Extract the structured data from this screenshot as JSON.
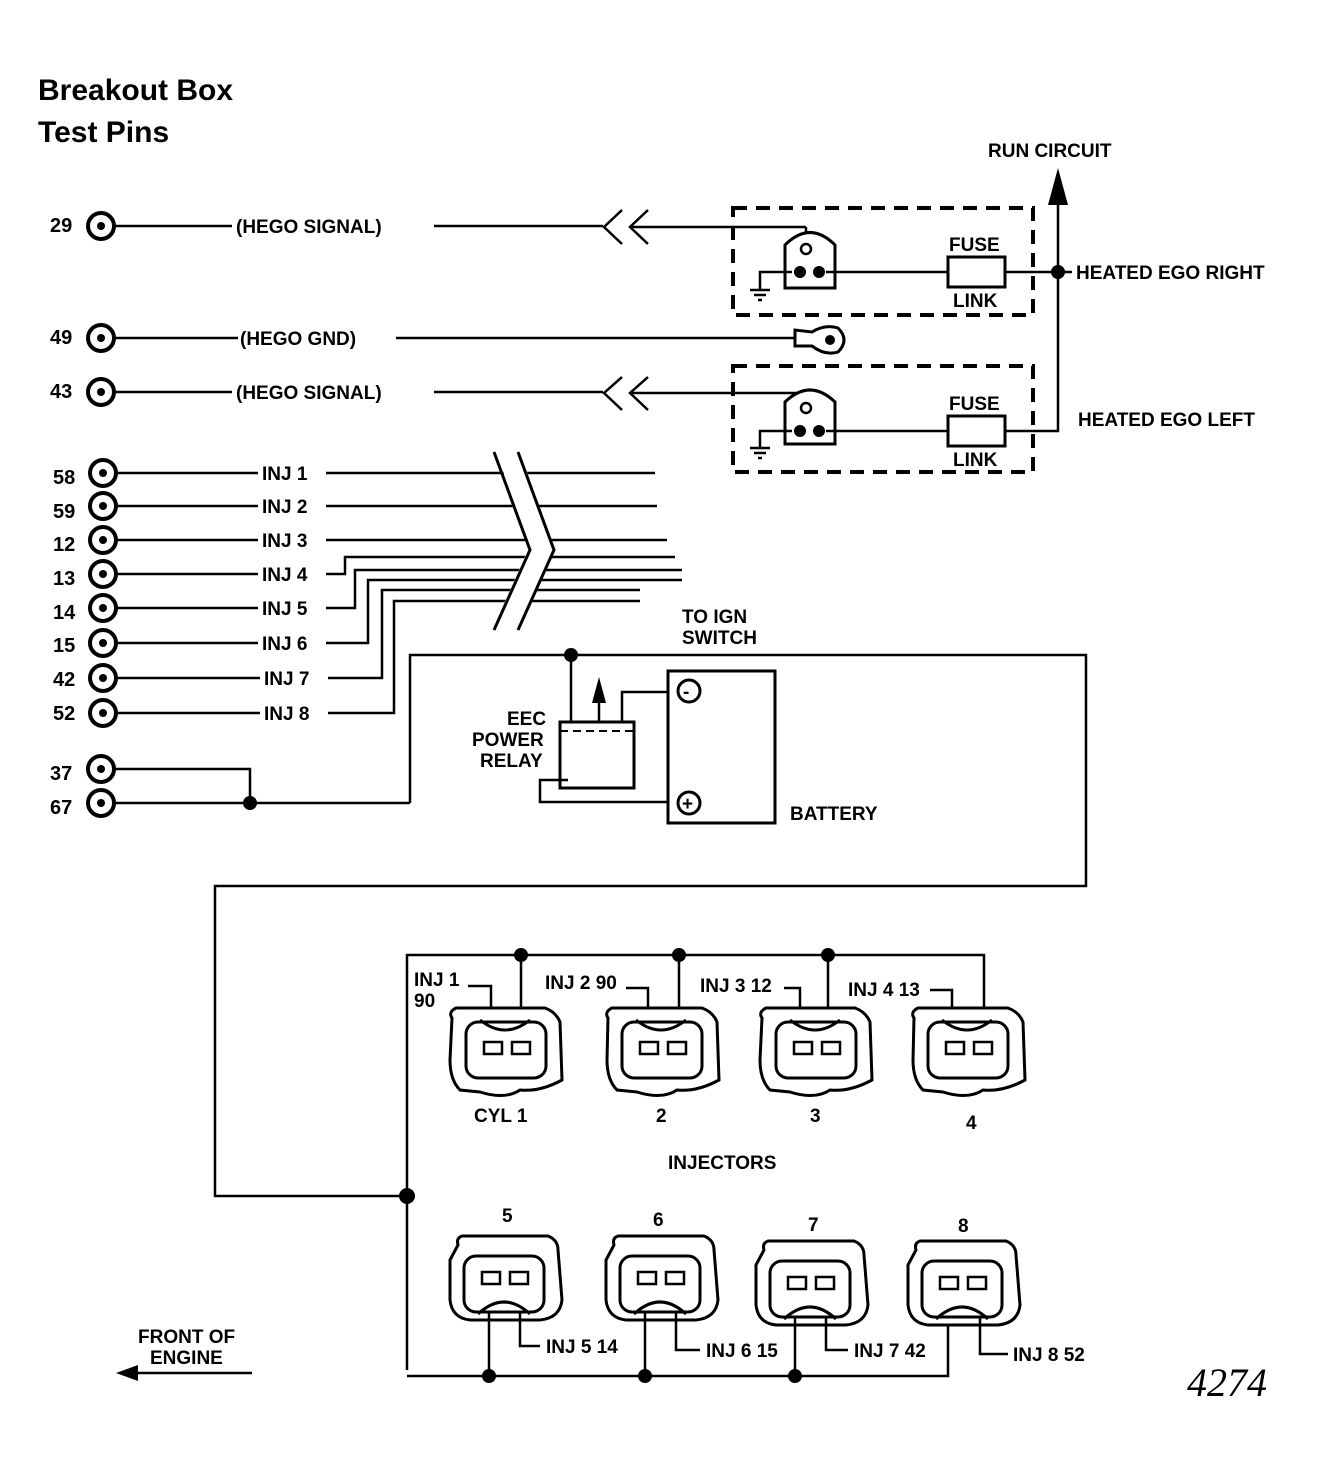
{
  "title": {
    "line1": "Breakout Box",
    "line2": "Test Pins"
  },
  "figure_number": "4274",
  "labels": {
    "run_circuit": "RUN CIRCUIT",
    "heated_ego_right": "HEATED EGO RIGHT",
    "heated_ego_left": "HEATED EGO LEFT",
    "fuse": "FUSE",
    "link": "LINK",
    "to_ign_line1": "TO IGN",
    "to_ign_line2": "SWITCH",
    "eec_line1": "EEC",
    "eec_line2": "POWER",
    "eec_line3": "RELAY",
    "battery": "BATTERY",
    "injectors": "INJECTORS",
    "front_line1": "FRONT OF",
    "front_line2": "ENGINE"
  },
  "test_pins": [
    {
      "pin": "29",
      "signal": "(HEGO SIGNAL)"
    },
    {
      "pin": "49",
      "signal": "(HEGO GND)"
    },
    {
      "pin": "43",
      "signal": "(HEGO SIGNAL)"
    },
    {
      "pin": "58",
      "signal": "INJ 1"
    },
    {
      "pin": "59",
      "signal": "INJ 2"
    },
    {
      "pin": "12",
      "signal": "INJ 3"
    },
    {
      "pin": "13",
      "signal": "INJ 4"
    },
    {
      "pin": "14",
      "signal": "INJ 5"
    },
    {
      "pin": "15",
      "signal": "INJ 6"
    },
    {
      "pin": "42",
      "signal": "INJ 7"
    },
    {
      "pin": "52",
      "signal": "INJ 8"
    },
    {
      "pin": "37",
      "signal": ""
    },
    {
      "pin": "67",
      "signal": ""
    }
  ],
  "injectors_top": [
    {
      "cylinder": "CYL 1",
      "wire": "INJ 1",
      "wire2": "90"
    },
    {
      "cylinder": "2",
      "wire": "INJ 2 90",
      "wire2": ""
    },
    {
      "cylinder": "3",
      "wire": "INJ 3 12",
      "wire2": ""
    },
    {
      "cylinder": "4",
      "wire": "INJ 4 13",
      "wire2": ""
    }
  ],
  "injectors_bottom": [
    {
      "cylinder": "5",
      "wire": "INJ 5 14"
    },
    {
      "cylinder": "6",
      "wire": "INJ 6 15"
    },
    {
      "cylinder": "7",
      "wire": "INJ 7 42"
    },
    {
      "cylinder": "8",
      "wire": "INJ 8 52"
    }
  ],
  "battery_terminals": {
    "negative": "-",
    "positive": "+"
  }
}
